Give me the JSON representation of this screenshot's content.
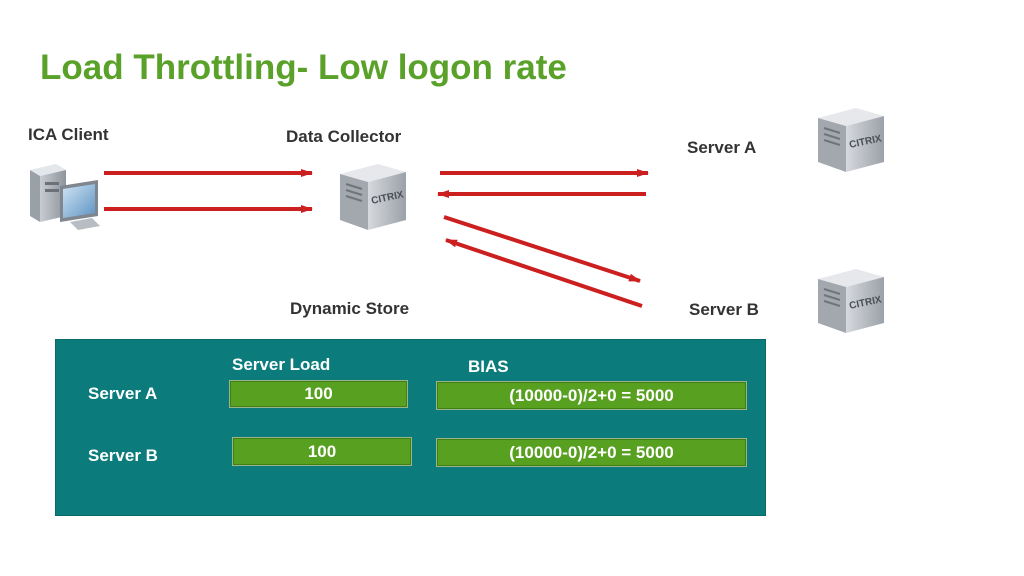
{
  "title": "Load Throttling- Low logon rate",
  "nodes": {
    "ica_client": "ICA Client",
    "data_collector": "Data Collector",
    "server_a": "Server A",
    "server_b": "Server B",
    "dynamic_store": "Dynamic Store"
  },
  "server_logo_text": "CITRIX",
  "colors": {
    "title": "#5aa12a",
    "arrow": "#cc1f1f",
    "panel": "#0b7b7b",
    "bar": "#58a020"
  },
  "store_table": {
    "col_load": "Server  Load",
    "col_bias": "BIAS",
    "rows": [
      {
        "server": "Server A",
        "load": "100",
        "bias": "(10000-0)/2+0 = 5000"
      },
      {
        "server": "Server B",
        "load": "100",
        "bias": "(10000-0)/2+0 = 5000"
      }
    ]
  }
}
